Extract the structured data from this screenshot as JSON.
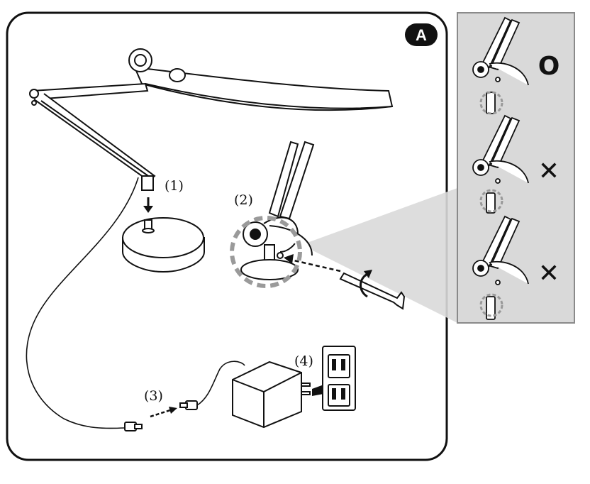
{
  "figure": {
    "badge": "A",
    "steps": [
      "(1)",
      "(2)",
      "(3)",
      "(4)"
    ],
    "inset_marks": [
      "O",
      "✕",
      "✕"
    ]
  },
  "colors": {
    "line": "#111111",
    "inset_bg": "#d9d9d9",
    "highlight_dash": "#9a9a9a",
    "badge_bg": "#111111"
  },
  "icons": [
    "desk-lamp",
    "lamp-base",
    "hex-key",
    "rotate-arrow",
    "ac-adapter",
    "wall-outlet",
    "plug-connector"
  ]
}
